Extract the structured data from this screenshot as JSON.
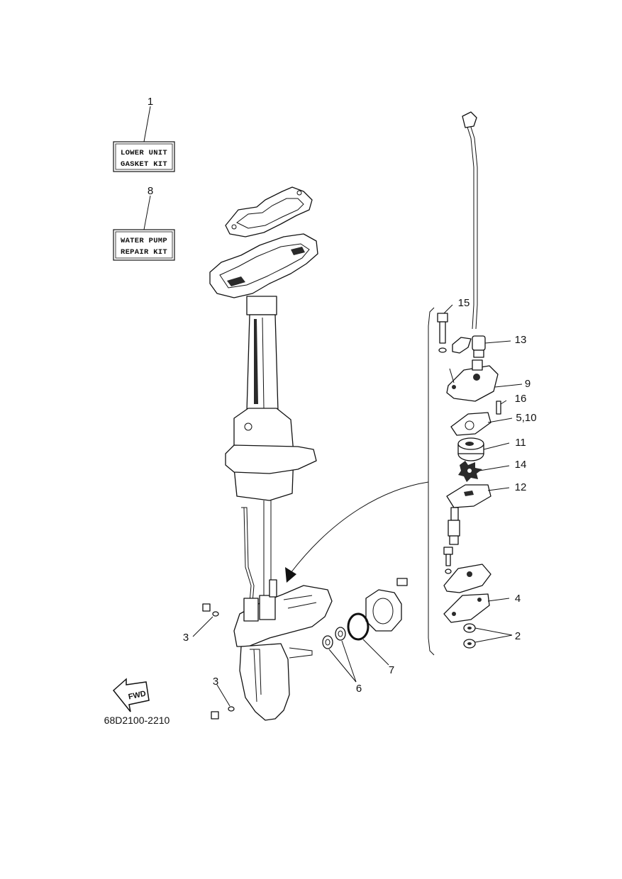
{
  "kits": [
    {
      "id": "1",
      "line1": "LOWER UNIT",
      "line2": "GASKET KIT"
    },
    {
      "id": "8",
      "line1": "WATER PUMP",
      "line2": "REPAIR KIT"
    }
  ],
  "callouts": {
    "c1": "1",
    "c2": "2",
    "c3a": "3",
    "c3b": "3",
    "c4": "4",
    "c5_10": "5,10",
    "c6": "6",
    "c7": "7",
    "c8": "8",
    "c9": "9",
    "c11": "11",
    "c12": "12",
    "c13": "13",
    "c14": "14",
    "c15": "15",
    "c16": "16"
  },
  "fwd_label": "FWD",
  "diagram_code": "68D2100-2210"
}
